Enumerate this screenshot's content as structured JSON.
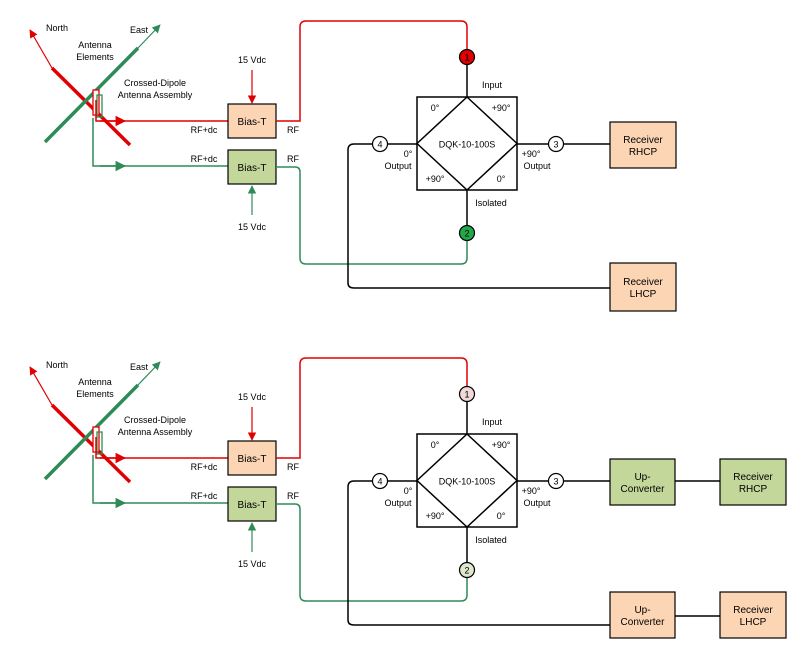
{
  "colors": {
    "red": "#e00000",
    "green": "#2e8b57",
    "bias_red_fill": "#fcd5b4",
    "bias_green_fill": "#c4d79b",
    "receiver_fill": "#fcd5b4",
    "upconv_rhcp_fill": "#c4d79b",
    "upconv_lhcp_fill": "#fcd5b4",
    "port1_top_fill": "#e00000",
    "port2_top_fill": "#22a84a",
    "port1_bottom_fill": "#f2d9d9",
    "port2_bottom_fill": "#dde8cf"
  },
  "diagrams": [
    {
      "antenna": {
        "north": "North",
        "east": "East",
        "elements_line1": "Antenna",
        "elements_line2": "Elements",
        "assembly_line1": "Crossed-Dipole",
        "assembly_line2": "Antenna Assembly"
      },
      "bias_top": {
        "label": "Bias-T",
        "in": "RF+dc",
        "out": "RF",
        "supply": "15 Vdc"
      },
      "bias_bottom": {
        "label": "Bias-T",
        "in": "RF+dc",
        "out": "RF",
        "supply": "15 Vdc"
      },
      "hybrid": {
        "label": "DQK-10-100S",
        "tl": "0°",
        "tr": "+90°",
        "bl": "+90°",
        "br": "0°",
        "input": "Input",
        "isolated": "Isolated",
        "left_out_1": "0°",
        "left_out_2": "Output",
        "right_out_1": "+90°",
        "right_out_2": "Output",
        "port1": "1",
        "port2": "2",
        "port3": "3",
        "port4": "4"
      },
      "rhcp_chain": [
        {
          "line1": "Receiver",
          "line2": "RHCP"
        }
      ],
      "lhcp_chain": [
        {
          "line1": "Receiver",
          "line2": "LHCP"
        }
      ]
    },
    {
      "antenna": {
        "north": "North",
        "east": "East",
        "elements_line1": "Antenna",
        "elements_line2": "Elements",
        "assembly_line1": "Crossed-Dipole",
        "assembly_line2": "Antenna Assembly"
      },
      "bias_top": {
        "label": "Bias-T",
        "in": "RF+dc",
        "out": "RF",
        "supply": "15 Vdc"
      },
      "bias_bottom": {
        "label": "Bias-T",
        "in": "RF+dc",
        "out": "RF",
        "supply": "15 Vdc"
      },
      "hybrid": {
        "label": "DQK-10-100S",
        "tl": "0°",
        "tr": "+90°",
        "bl": "+90°",
        "br": "0°",
        "input": "Input",
        "isolated": "Isolated",
        "left_out_1": "0°",
        "left_out_2": "Output",
        "right_out_1": "+90°",
        "right_out_2": "Output",
        "port1": "1",
        "port2": "2",
        "port3": "3",
        "port4": "4"
      },
      "rhcp_chain": [
        {
          "line1": "Up-",
          "line2": "Converter"
        },
        {
          "line1": "Receiver",
          "line2": "RHCP"
        }
      ],
      "lhcp_chain": [
        {
          "line1": "Up-",
          "line2": "Converter"
        },
        {
          "line1": "Receiver",
          "line2": "LHCP"
        }
      ]
    }
  ]
}
